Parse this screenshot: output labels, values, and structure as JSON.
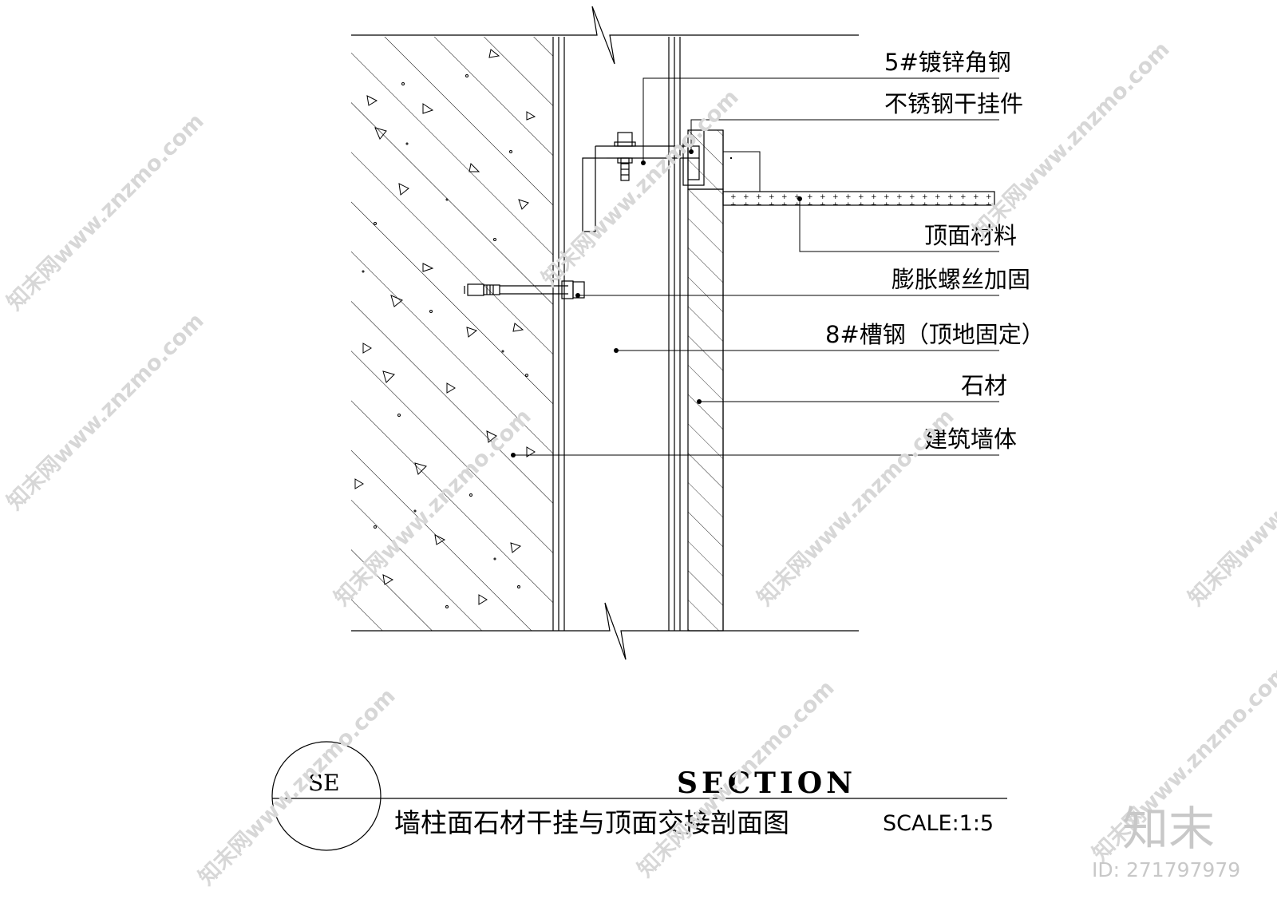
{
  "labels": {
    "angle_steel": "5#镀锌角钢",
    "dry_hanger": "不锈钢干挂件",
    "ceiling_material": "顶面材料",
    "expansion_bolt": "膨胀螺丝加固",
    "channel_steel": "8#槽钢（顶地固定）",
    "stone": "石材",
    "building_wall": "建筑墙体"
  },
  "title_block": {
    "symbol": "SE",
    "section": "SECTION",
    "title": "墙柱面石材干挂与顶面交接剖面图",
    "scale": "SCALE:1:5"
  },
  "watermark": {
    "text": "知末网www.znzmo.com",
    "logo": "知末",
    "id": "ID: 271797979"
  },
  "colors": {
    "line": "#000000",
    "watermark": "#d7d7d7"
  }
}
